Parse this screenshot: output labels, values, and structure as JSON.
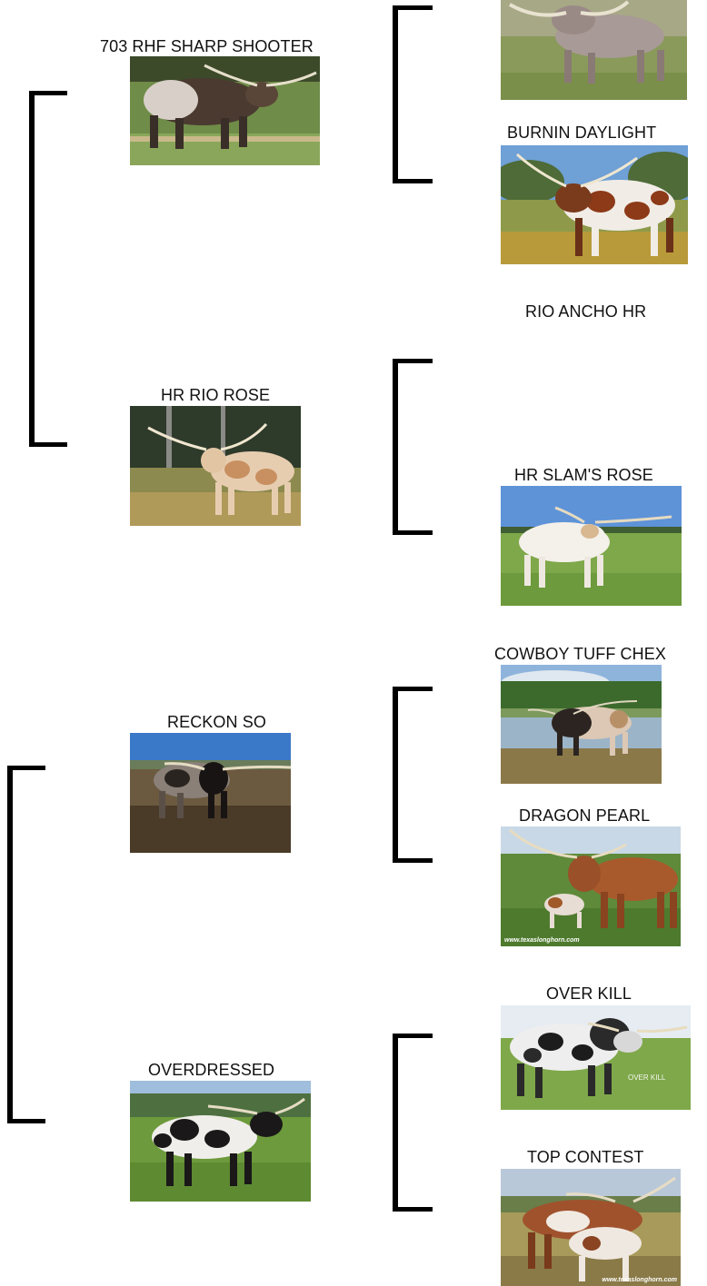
{
  "animals": {
    "sire": "703 RHF SHARP SHOOTER",
    "dam": "HR RIO ROSE",
    "sire_sire_dam_photo_note": "",
    "burnin": "BURNIN DAYLIGHT",
    "rio_ancho": "RIO ANCHO HR",
    "slams_rose": "HR SLAM'S ROSE",
    "reckon": "RECKON SO",
    "overdressed": "OVERDRESSED",
    "cowboy": "COWBOY TUFF CHEX",
    "dragon": "DRAGON PEARL",
    "overkill": "OVER KILL",
    "topcontest": "TOP CONTEST"
  },
  "watermarks": {
    "dragon": "www.texaslonghorn.com",
    "topcontest": "www.texaslonghorn.com",
    "overkill": "OVER KILL"
  }
}
